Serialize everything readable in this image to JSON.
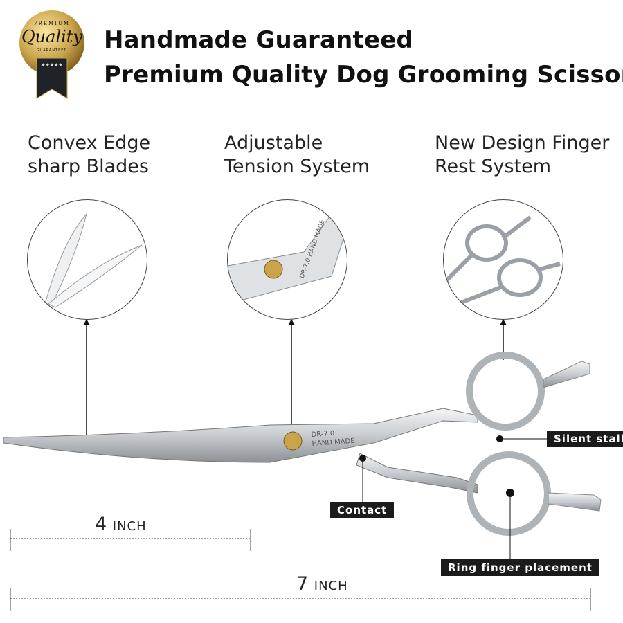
{
  "badge": {
    "top": "PREMIUM",
    "main": "Quality",
    "bottom": "GUARANTEED",
    "stars": "★★★★★"
  },
  "header": {
    "line1": "Handmade Guaranteed",
    "line2": "Premium Quality Dog Grooming Scissor"
  },
  "features": [
    {
      "label": "Convex Edge\nsharp Blades"
    },
    {
      "label": "Adjustable\nTension System"
    },
    {
      "label": "New Design Finger\nRest System"
    }
  ],
  "engraving": {
    "model": "DR-7.0",
    "text": "HAND MADE"
  },
  "callouts": {
    "silent_stall": "Silent stall",
    "contact": "Contact",
    "ring_finger": "Ring finger placement"
  },
  "dimensions": {
    "short": {
      "value": "4",
      "unit": "INCH"
    },
    "long": {
      "value": "7",
      "unit": "INCH"
    }
  },
  "colors": {
    "gold": "#c9a44a",
    "steel": "#c8ccd0",
    "tag_bg": "#1b1b1b"
  }
}
